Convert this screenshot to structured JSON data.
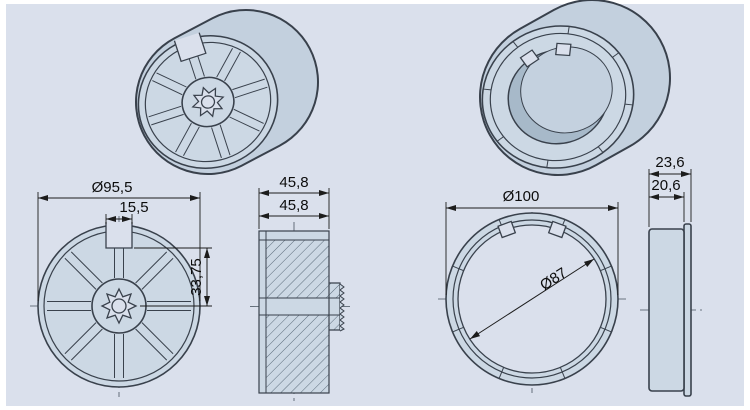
{
  "drawing": {
    "type": "technical-dimension-drawing",
    "colors": {
      "background": "#dae0ec",
      "sheet_border": "#ffffff",
      "part_fill": "#ccd8e4",
      "part_side_fill": "#c3d0de",
      "line": "#39414c",
      "dimension_line": "#1c1c1c"
    },
    "views": {
      "wheel_front": {
        "dims": {
          "outer_diameter": "Ø95,5",
          "notch_width": "15,5",
          "notch_to_center": "33,75"
        }
      },
      "wheel_section": {
        "dims": {
          "total_depth": "45,8",
          "hub_depth": "45,8"
        }
      },
      "ring_front": {
        "dims": {
          "outer_diameter": "Ø100",
          "bore_diameter": "Ø87"
        }
      },
      "ring_side": {
        "dims": {
          "total_depth": "23,6",
          "body_depth": "20,6"
        }
      }
    }
  }
}
